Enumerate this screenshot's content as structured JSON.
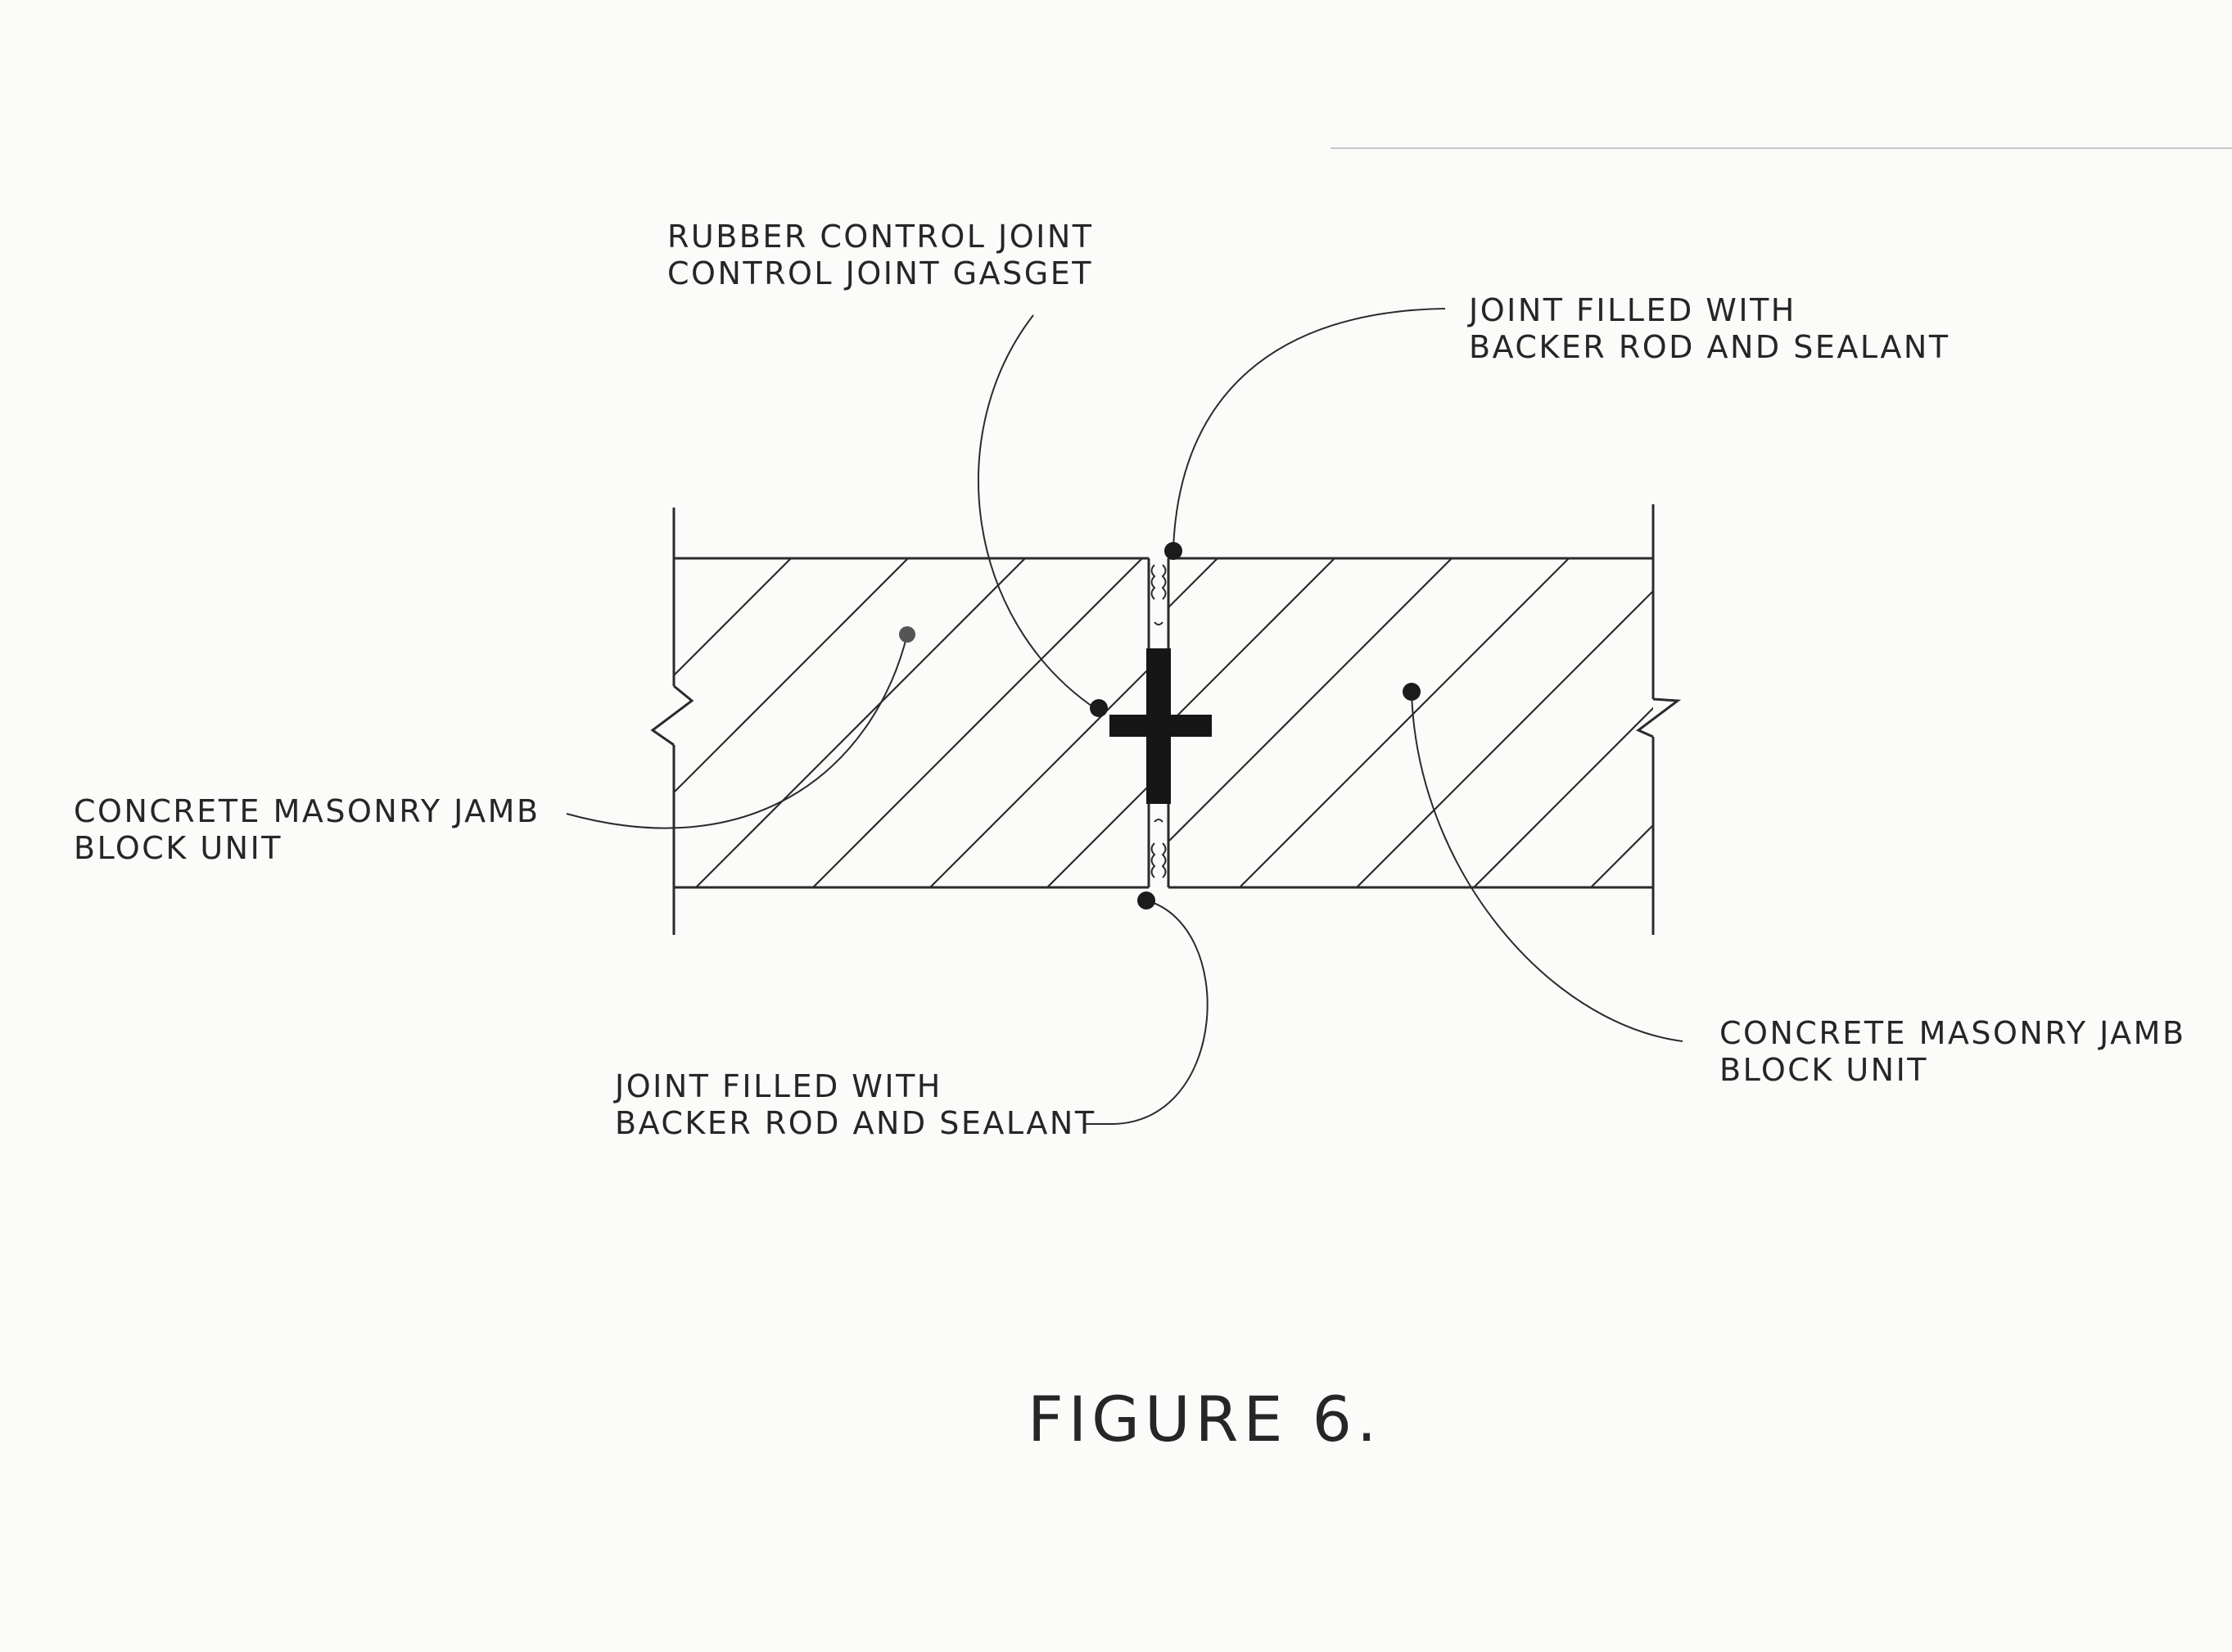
{
  "labels": {
    "gasket": [
      "RUBBER CONTROL JOINT",
      "CONTROL JOINT GASGET"
    ],
    "sealant_top": [
      "JOINT FILLED WITH",
      "BACKER ROD AND SEALANT"
    ],
    "cmu_left": [
      "CONCRETE MASONRY JAMB",
      "BLOCK UNIT"
    ],
    "cmu_right": [
      "CONCRETE MASONRY JAMB",
      "BLOCK UNIT"
    ],
    "sealant_bottom": [
      "JOINT FILLED WITH",
      "BACKER ROD AND SEALANT"
    ]
  },
  "figure_caption": "FIGURE 6.",
  "colors": {
    "ink": "#2b2b2b",
    "paper": "#fbfbf9"
  }
}
